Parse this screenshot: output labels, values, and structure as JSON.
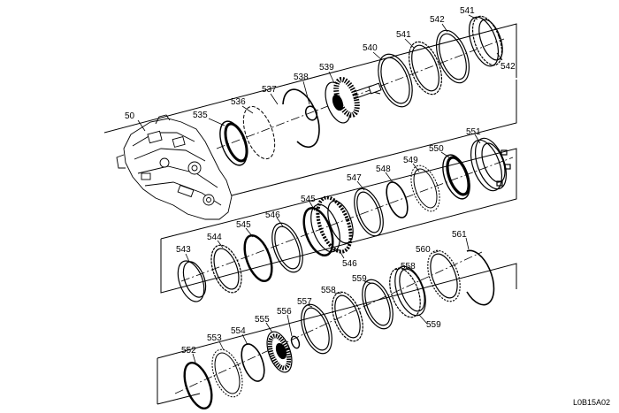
{
  "figure_code": "L0B15A02",
  "callouts": {
    "c50": "50",
    "c535": "535",
    "c536": "536",
    "c537": "537",
    "c538": "538",
    "c539": "539",
    "c540": "540",
    "c541a": "541",
    "c541b": "541",
    "c542a": "542",
    "c542b": "542",
    "c543": "543",
    "c544": "544",
    "c545a": "545",
    "c545b": "545",
    "c546a": "546",
    "c546b": "546",
    "c547": "547",
    "c548": "548",
    "c549": "549",
    "c550": "550",
    "c551": "551",
    "c552": "552",
    "c553": "553",
    "c554": "554",
    "c555": "555",
    "c556": "556",
    "c557": "557",
    "c558a": "558",
    "c558b": "558",
    "c559a": "559",
    "c559b": "559",
    "c560": "560",
    "c561": "561"
  },
  "icons": {
    "case": "transmission-case-icon",
    "plate": "clutch-plate-icon",
    "ring": "snap-ring-icon",
    "hub": "clutch-hub-icon",
    "piston": "clutch-piston-icon"
  }
}
